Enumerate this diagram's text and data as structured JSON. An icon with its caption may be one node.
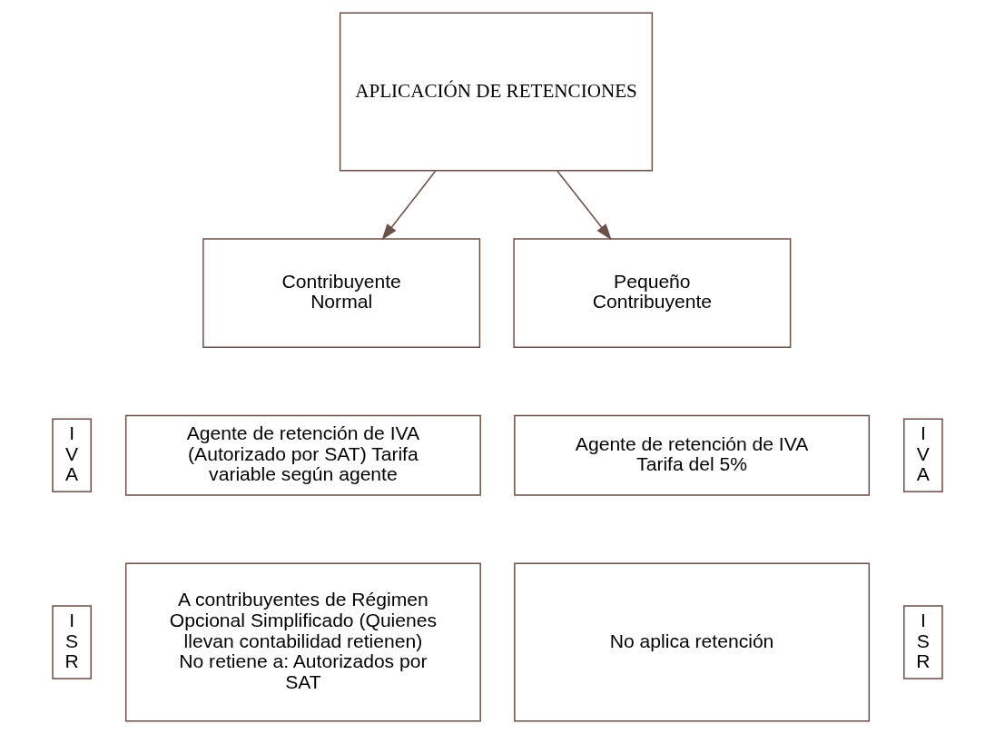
{
  "diagram": {
    "nodes": [
      {
        "text": [
          "APLICACIÓN DE RETENCIONES"
        ]
      },
      {
        "text": [
          "Contribuyente Normal"
        ]
      },
      {
        "text": [
          "Pequeño Contribuyente"
        ]
      },
      {
        "text": [
          "I V A"
        ]
      },
      {
        "text": [
          "Agente de retención de IVA (Autorizado por SAT) Tarifa variable según agente"
        ]
      },
      {
        "text": [
          "Agente de retención de IVA Tarifa del 5%"
        ]
      },
      {
        "text": [
          "I V A"
        ]
      },
      {
        "text": [
          "I S R"
        ]
      },
      {
        "text": [
          "A contribuyentes de Régimen Opcional Simplificado (Quienes llevan contabilidad retienen) No retiene a: Autorizados por SAT"
        ]
      },
      {
        "text": [
          "No aplica retención"
        ]
      },
      {
        "text": [
          "I S R"
        ]
      }
    ],
    "edges": [
      {
        "from": 0,
        "to": 1,
        "arrow": "to"
      },
      {
        "from": 0,
        "to": 2,
        "arrow": "to"
      }
    ]
  }
}
